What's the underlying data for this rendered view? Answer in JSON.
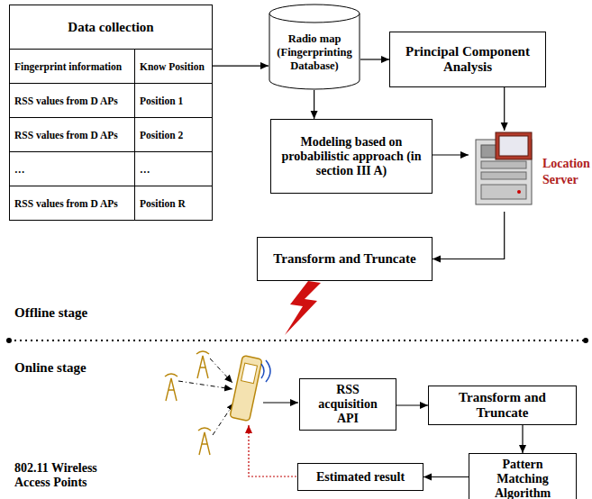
{
  "diagram": {
    "nodes": [
      {
        "text": [
          "Data collection"
        ]
      },
      {
        "text": [
          "Radio map (Fingerprinting Database)"
        ]
      },
      {
        "text": [
          "Principal Component Analysis"
        ]
      },
      {
        "text": [
          "Modeling based on probabilistic approach (in section III A)"
        ]
      },
      {
        "text": [
          "Location Server"
        ]
      },
      {
        "text": [
          "Transform and Truncate"
        ]
      },
      {
        "text": [
          "RSS acquisition API"
        ]
      },
      {
        "text": [
          "Transform and Truncate"
        ]
      },
      {
        "text": [
          "Pattern Matching Algorithm"
        ]
      },
      {
        "text": [
          "Estimated result"
        ]
      }
    ],
    "edges": [
      {
        "from": 0,
        "to": 1,
        "arrow": "to"
      },
      {
        "from": 1,
        "to": 2,
        "arrow": "to"
      },
      {
        "from": 1,
        "to": 3,
        "arrow": "to"
      },
      {
        "from": 2,
        "to": 4,
        "arrow": "to"
      },
      {
        "from": 3,
        "to": 4,
        "arrow": "to"
      },
      {
        "from": 4,
        "to": 5,
        "arrow": "to"
      },
      {
        "from": 6,
        "to": 7,
        "arrow": "to"
      },
      {
        "from": 7,
        "to": 8,
        "arrow": "to"
      },
      {
        "from": 8,
        "to": 9,
        "arrow": "to"
      }
    ],
    "labels": [
      "Fingerprint information",
      "Know Position",
      "RSS values from D APs",
      "Position 1",
      "RSS values from D APs",
      "Position 2",
      "…",
      "…",
      "RSS values from D APs",
      "Position R",
      "Offline stage",
      "Online stage",
      "802.11 Wireless Access Points"
    ]
  }
}
